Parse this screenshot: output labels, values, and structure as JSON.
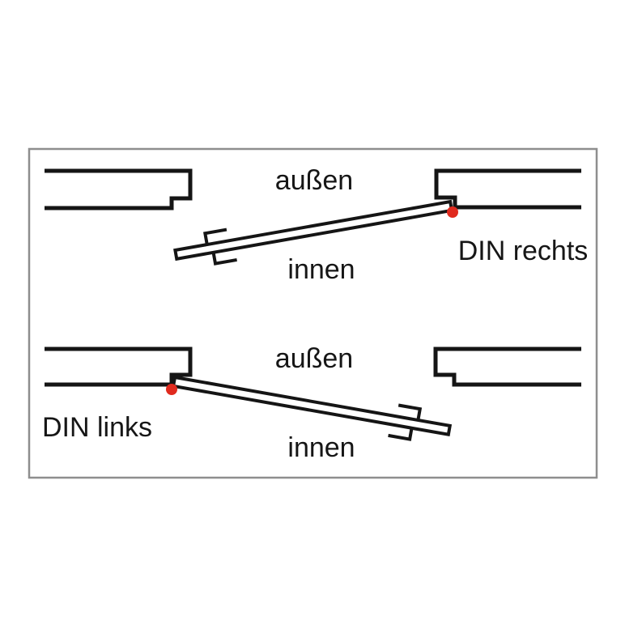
{
  "colors": {
    "background": "#ffffff",
    "frame_border": "#8e8e8e",
    "line": "#151515",
    "hinge_dot": "#e02a1e",
    "text": "#161616"
  },
  "top_diagram": {
    "outside_label": "außen",
    "inside_label": "innen",
    "handing_label": "DIN rechts",
    "hinge_side": "right"
  },
  "bottom_diagram": {
    "outside_label": "außen",
    "inside_label": "innen",
    "handing_label": "DIN links",
    "hinge_side": "left"
  }
}
